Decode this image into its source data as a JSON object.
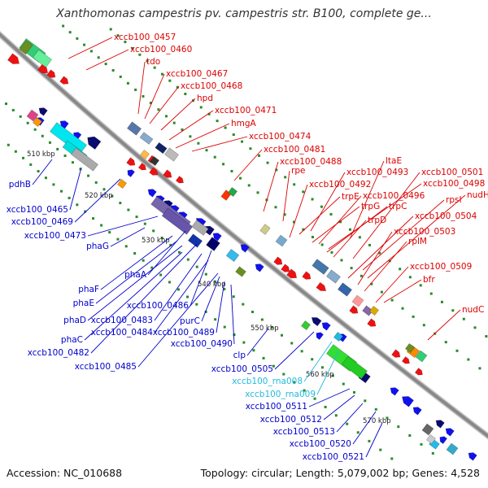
{
  "title": "Xanthomonas campestris pv. campestris str. B100, complete ge...",
  "footer": {
    "accession": "Accession: NC_010688",
    "summary": "Topology: circular; Length: 5,079,002 bp; Genes: 4,528"
  },
  "colors": {
    "forward_label": "#dd0000",
    "reverse_label": "#0000cc",
    "rna_label": "#22bbdd",
    "backbone": "#888888",
    "tick_dots": "#2a8a2a"
  },
  "ticks": [
    "510 kbp",
    "520 kbp",
    "530 kbp",
    "540 kbp",
    "550 kbp",
    "560 kbp",
    "570 kbp"
  ],
  "labels": {
    "forward": [
      "xccb100_0457",
      "xccb100_0460",
      "tdo",
      "xccb100_0467",
      "xccb100_0468",
      "hpd",
      "xccb100_0471",
      "hmgA",
      "xccb100_0474",
      "xccb100_0481",
      "xccb100_0488",
      "rpe",
      "ltaE",
      "xccb100_0493",
      "xccb100_0492",
      "trpE",
      "trpG",
      "xccb100_0496",
      "xccb100_0498",
      "trpC",
      "trpD",
      "xccb100_0501",
      "rpsI",
      "nudH",
      "xccb100_0504",
      "xccb100_0503",
      "rplM",
      "xccb100_0509",
      "bfr",
      "nudC"
    ],
    "reverse": [
      "pdhB",
      "xccb100_0465",
      "xccb100_0469",
      "xccb100_0473",
      "phaG",
      "phaA",
      "phaF",
      "phaE",
      "phaD",
      "phaC",
      "xccb100_0482",
      "xccb100_0483",
      "xccb100_0484",
      "xccb100_0485",
      "xccb100_0486",
      "purC",
      "xccb100_0489",
      "xccb100_0490",
      "clp",
      "xccb100_0505",
      "xccb100_0511",
      "xccb100_0512",
      "xccb100_0513",
      "xccb100_0520",
      "xccb100_0521"
    ],
    "rna": [
      "xccb100_rna008",
      "xccb100_rna009"
    ]
  }
}
